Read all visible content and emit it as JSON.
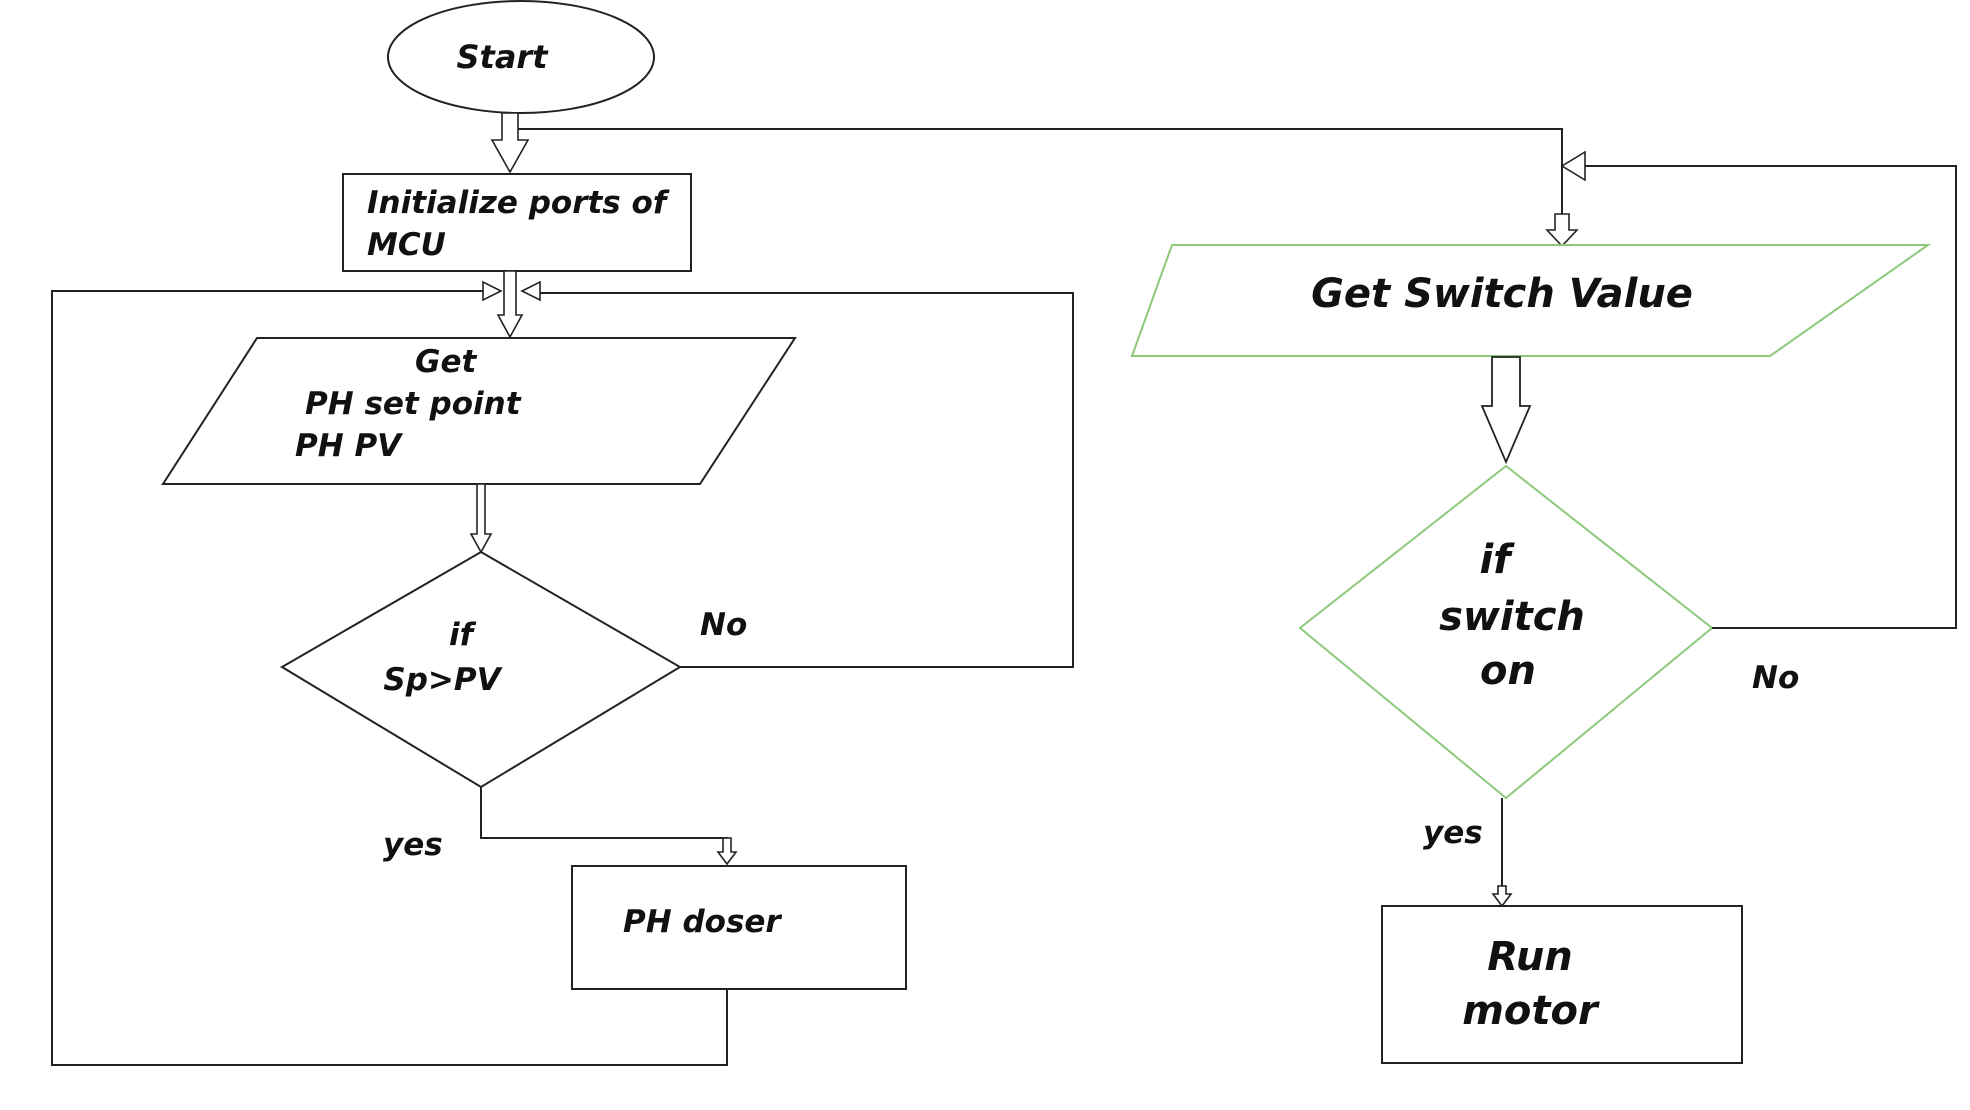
{
  "colors": {
    "background": "#ffffff",
    "stroke": "#222222",
    "text": "#111111",
    "green_shape": "#8cc97a"
  },
  "nodes": {
    "start": "Start",
    "init_line1": "Initialize ports of",
    "init_line2": "MCU",
    "get_ph_line1": "Get",
    "get_ph_line2": "PH set point",
    "get_ph_line3": "PH PV",
    "if_sp_line1": "if",
    "if_sp_line2": "Sp>PV",
    "ph_doser": "PH doser",
    "get_switch": "Get Switch Value",
    "if_switch_line1": "if",
    "if_switch_line2": "switch",
    "if_switch_line3": "on",
    "run_line1": "Run",
    "run_line2": "motor"
  },
  "edge_labels": {
    "left_no": "No",
    "left_yes": "yes",
    "right_no": "No",
    "right_yes": "yes"
  }
}
